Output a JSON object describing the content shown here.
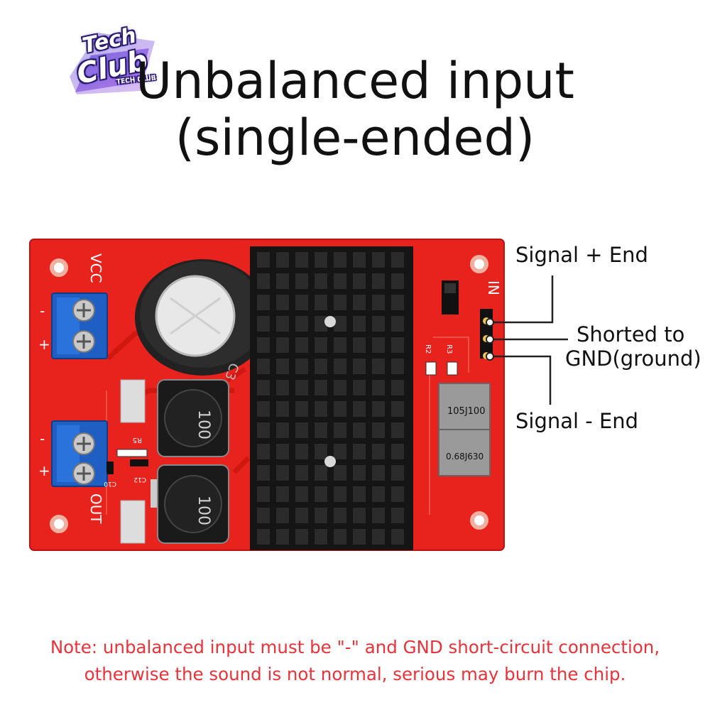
{
  "logo": {
    "line1": "Tech",
    "line2": "Club",
    "line3": "TECH CLUB"
  },
  "title": {
    "line1": "Unbalanced input",
    "line2": "(single-ended)"
  },
  "board": {
    "vcc_label": "VCC",
    "out_label": "OUT",
    "in_label": "IN",
    "minus_sign": "-",
    "plus_sign": "+",
    "cap_label": "C3",
    "inductor1_label": "100",
    "inductor2_label": "100",
    "film_cap1_label": "105J100",
    "film_cap2_label": "0.68J630",
    "r2_label": "R2",
    "r3_label": "R3",
    "r5_label": "R5",
    "c10_label": "C10",
    "c12_label": "C12",
    "colors": {
      "pcb": "#e8221c",
      "heatsink": "#151515",
      "terminal": "#1f5fc4",
      "inductor": "#1a1a1a",
      "capacitor": "#222222"
    }
  },
  "callouts": {
    "signal_plus": "Signal + End",
    "shorted_line1": "Shorted to",
    "shorted_line2": "GND(ground)",
    "signal_minus": "Signal - End"
  },
  "note": {
    "line1": "Note: unbalanced input must be \"-\" and GND short-circuit connection,",
    "line2": "otherwise the sound is not normal, serious may burn the chip."
  }
}
